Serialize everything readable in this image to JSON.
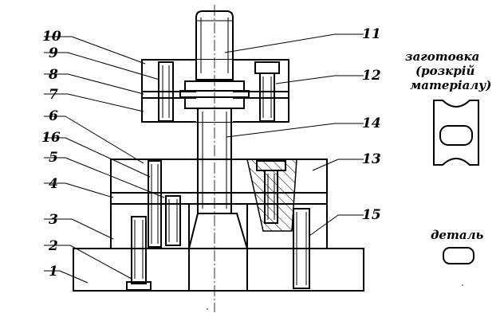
{
  "labels": {
    "n1": "1",
    "n2": "2",
    "n3": "3",
    "n4": "4",
    "n5": "5",
    "n6": "6",
    "n7": "7",
    "n8": "8",
    "n9": "9",
    "n10": "10",
    "n11": "11",
    "n12": "12",
    "n13": "13",
    "n14": "14",
    "n15": "15",
    "n16": "16"
  },
  "captions": {
    "blank_line1": "заготовка",
    "blank_line2": "(розкрій",
    "blank_line3": "матеріалу)",
    "part": "деталь"
  }
}
